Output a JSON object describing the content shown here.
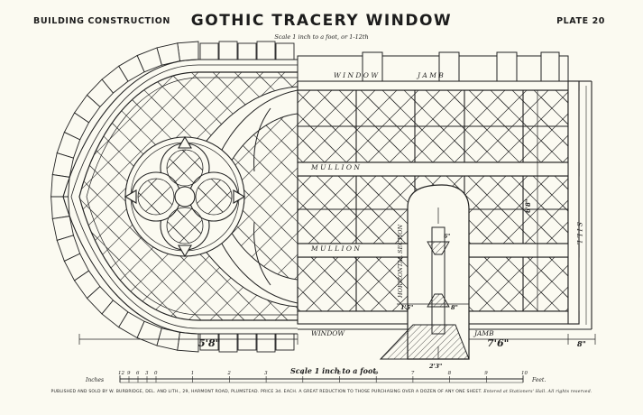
{
  "header": {
    "left": "BUILDING CONSTRUCTION",
    "title": "GOTHIC TRACERY WINDOW",
    "right": "PLATE 20",
    "scale_note": "Scale 1 inch to a foot, or 1-12th"
  },
  "labels": {
    "window_top": "W I N D O W",
    "jamb_top": "J A M B",
    "mullion_1": "M U L L I O N",
    "mullion_2": "M U L L I O N",
    "window_bottom": "WINDOW",
    "jamb_bottom": "JAMB",
    "sill": "S I L L",
    "horizontal_section": "HORIZONTAL SECTION"
  },
  "dimensions": {
    "width_left": "5'8\"",
    "jamb_width": "7'6\"",
    "sill_depth": "8\"",
    "section_a": "1'5\"",
    "section_b": "8\"",
    "section_c": "2'3\"",
    "section_d": "6\"",
    "height": "6'8\""
  },
  "scale_bar": {
    "inches_label": "Inches",
    "feet_label": "Feet.",
    "caption": "Scale 1 inch to a foot.",
    "inch_ticks": [
      "12",
      "9",
      "6",
      "3",
      "0"
    ],
    "foot_ticks": [
      "1",
      "2",
      "3",
      "4",
      "5",
      "6",
      "7",
      "8",
      "9",
      "10"
    ]
  },
  "footer": {
    "publisher": "PUBLISHED AND SOLD BY W. BURBRIDGE, DEL. AND LITH., 29, HARMONT ROAD, PLUMSTEAD.  PRICE 3d. EACH.  A GREAT REDUCTION TO THOSE PURCHASING OVER A DOZEN OF ANY ONE SHEET.",
    "entered": "Entered at Stationers' Hall.",
    "rights": "All rights reserved."
  }
}
